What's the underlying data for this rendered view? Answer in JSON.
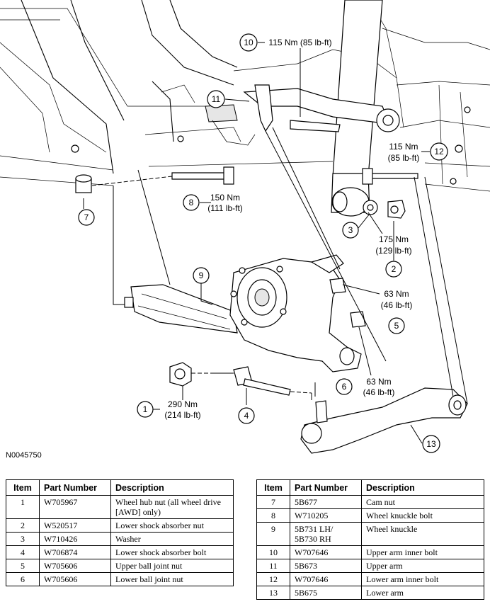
{
  "figure_id": "N0045750",
  "callouts": {
    "c1": {
      "num": "1",
      "torque_nm": "290 Nm",
      "torque_lbft": "(214 lb-ft)"
    },
    "c2": {
      "num": "2",
      "torque_nm": "175 Nm",
      "torque_lbft": "(129 lb-ft)"
    },
    "c3": {
      "num": "3"
    },
    "c4": {
      "num": "4"
    },
    "c5": {
      "num": "5",
      "torque_nm": "63 Nm",
      "torque_lbft": "(46 lb-ft)"
    },
    "c6": {
      "num": "6",
      "torque_nm": "63 Nm",
      "torque_lbft": "(46 lb-ft)"
    },
    "c7": {
      "num": "7"
    },
    "c8": {
      "num": "8",
      "torque_nm": "150 Nm",
      "torque_lbft": "(111 lb-ft)"
    },
    "c9": {
      "num": "9"
    },
    "c10": {
      "num": "10",
      "torque": "115 Nm (85 lb-ft)"
    },
    "c11": {
      "num": "11"
    },
    "c12": {
      "num": "12",
      "torque_nm": "115 Nm",
      "torque_lbft": "(85 lb-ft)"
    },
    "c13": {
      "num": "13"
    }
  },
  "table_headers": {
    "item": "Item",
    "part_number": "Part Number",
    "description": "Description"
  },
  "table_left": [
    {
      "item": "1",
      "part": "W705967",
      "desc": "Wheel hub nut (all wheel drive [AWD] only)"
    },
    {
      "item": "2",
      "part": "W520517",
      "desc": "Lower shock absorber nut"
    },
    {
      "item": "3",
      "part": "W710426",
      "desc": "Washer"
    },
    {
      "item": "4",
      "part": "W706874",
      "desc": "Lower shock absorber bolt"
    },
    {
      "item": "5",
      "part": "W705606",
      "desc": "Upper ball joint nut"
    },
    {
      "item": "6",
      "part": "W705606",
      "desc": "Lower ball joint nut"
    }
  ],
  "table_right": [
    {
      "item": "7",
      "part": "5B677",
      "desc": "Cam nut"
    },
    {
      "item": "8",
      "part": "W710205",
      "desc": "Wheel knuckle bolt"
    },
    {
      "item": "9",
      "part": "5B731 LH/ 5B730 RH",
      "desc": "Wheel knuckle"
    },
    {
      "item": "10",
      "part": "W707646",
      "desc": "Upper arm inner bolt"
    },
    {
      "item": "11",
      "part": "5B673",
      "desc": "Upper arm"
    },
    {
      "item": "12",
      "part": "W707646",
      "desc": "Lower arm inner bolt"
    },
    {
      "item": "13",
      "part": "5B675",
      "desc": "Lower arm"
    }
  ]
}
